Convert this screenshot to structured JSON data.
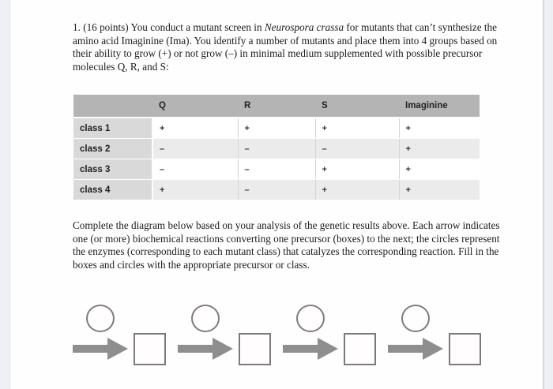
{
  "question": {
    "before_species": "1. (16 points) You conduct a mutant screen in ",
    "species": "Neurospora crassa",
    "after_species": " for mutants that can’t synthesize the amino acid Imaginine (Ima). You identify a number of mutants and place them into 4 groups based on their ability to grow (+) or not grow (–) in minimal medium supplemented with possible precursor molecules Q, R, and S:"
  },
  "table": {
    "columns": [
      "",
      "Q",
      "R",
      "S",
      "Imaginine"
    ],
    "rows": [
      {
        "label": "class 1",
        "values": [
          "+",
          "+",
          "+",
          "+"
        ]
      },
      {
        "label": "class 2",
        "values": [
          "–",
          "–",
          "–",
          "+"
        ]
      },
      {
        "label": "class 3",
        "values": [
          "–",
          "–",
          "+",
          "+"
        ]
      },
      {
        "label": "class 4",
        "values": [
          "+",
          "–",
          "+",
          "+"
        ]
      }
    ]
  },
  "instructions": "Complete the diagram below based on your analysis of the genetic results above. Each arrow indicates one (or more) biochemical reactions converting one precursor (boxes) to the next; the circles represent the enzymes (corresponding to each mutant class) that catalyzes the corresponding reaction. Fill in the boxes and circles with the appropriate precursor or class.",
  "diagram": {
    "unit_count": 4,
    "units": [
      {
        "circle_label": "",
        "box_label": ""
      },
      {
        "circle_label": "",
        "box_label": ""
      },
      {
        "circle_label": "",
        "box_label": ""
      },
      {
        "circle_label": "",
        "box_label": ""
      }
    ]
  },
  "colors": {
    "page_bg": "#fefefe",
    "margin_bg": "#eef0f6",
    "table_header_bg": "#b4b4b4",
    "table_label_bg": "#d9d9d9",
    "table_alt_row_bg": "#ebebeb",
    "arrow_gray": "#8e8e8e",
    "shape_stroke": "#7d7d7d",
    "text": "#1c1c1c"
  }
}
